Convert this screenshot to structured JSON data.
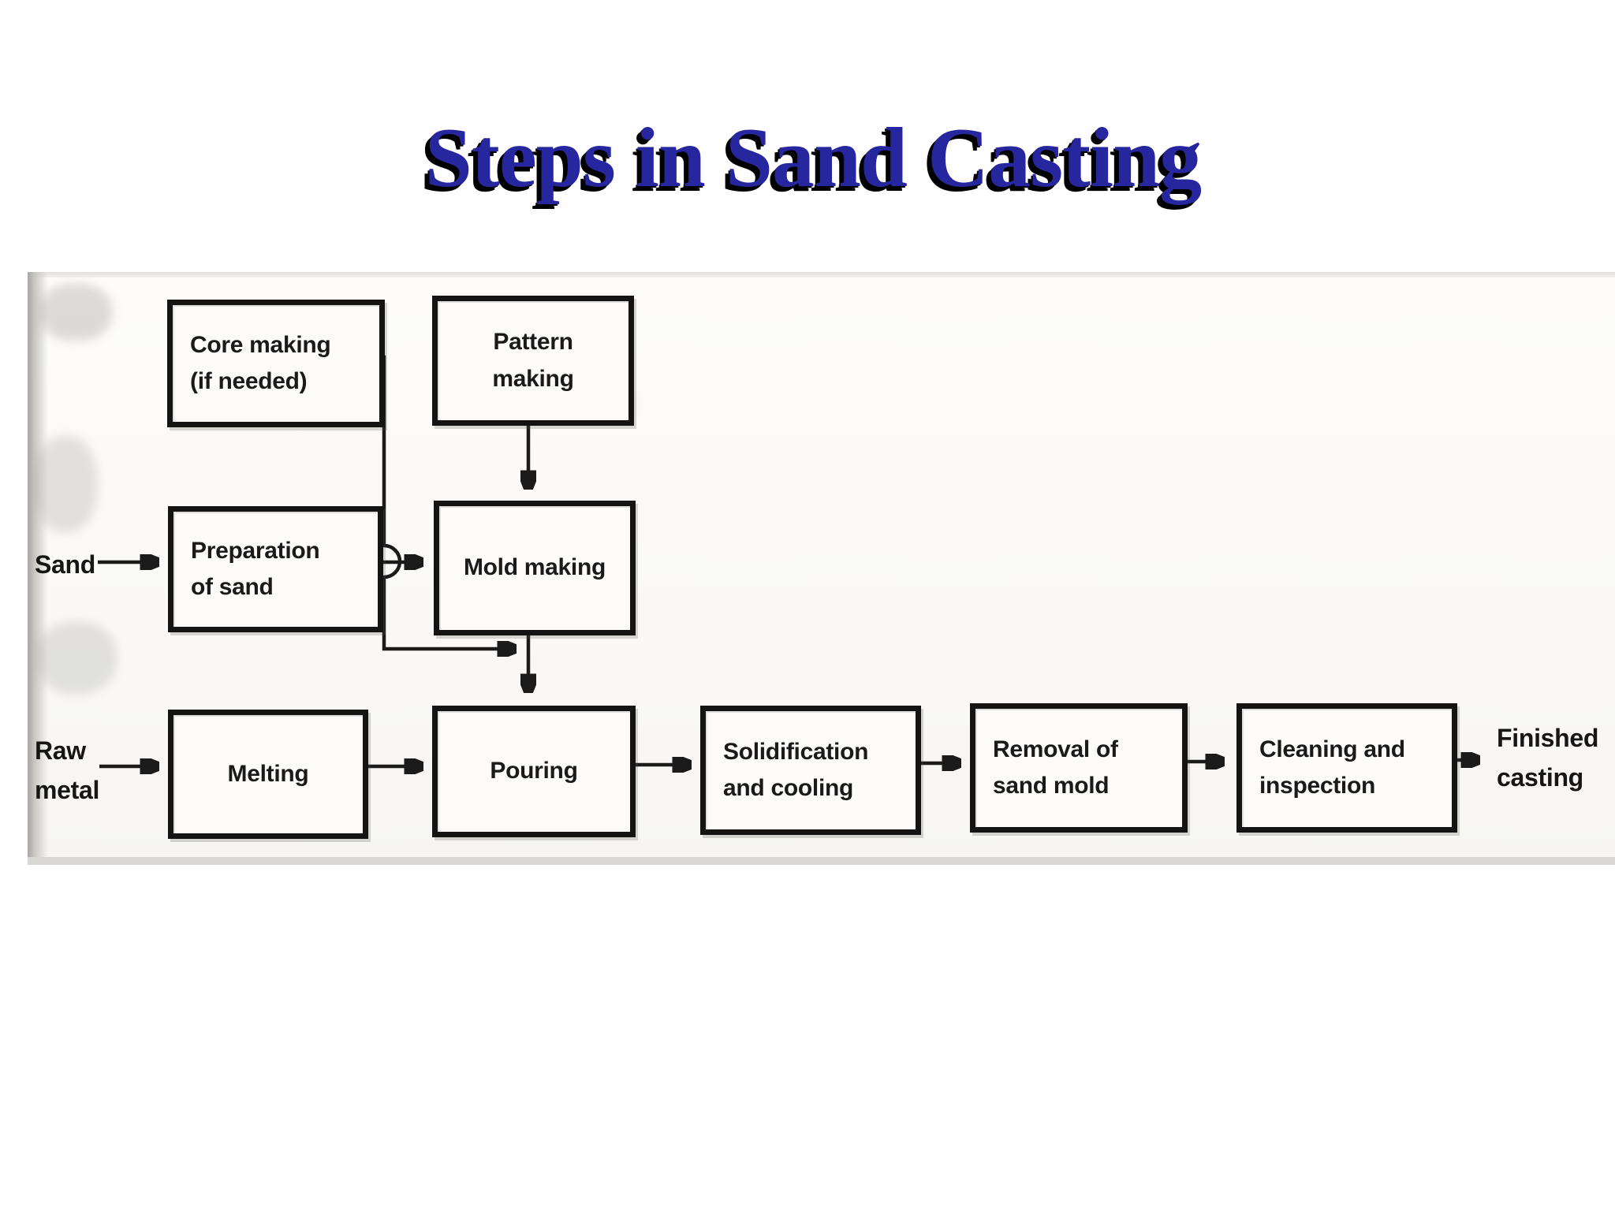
{
  "title": "Steps in Sand Casting",
  "flowchart": {
    "boxes": [
      {
        "id": "core-making",
        "label": "Core making\n(if needed)"
      },
      {
        "id": "pattern-making",
        "label": "Pattern\nmaking"
      },
      {
        "id": "preparation-of-sand",
        "label": "Preparation\nof sand"
      },
      {
        "id": "mold-making",
        "label": "Mold making"
      },
      {
        "id": "melting",
        "label": "Melting"
      },
      {
        "id": "pouring",
        "label": "Pouring"
      },
      {
        "id": "solidification-and-cooling",
        "label": "Solidification\nand cooling"
      },
      {
        "id": "removal-of-sand-mold",
        "label": "Removal of\nsand mold"
      },
      {
        "id": "cleaning-and-inspection",
        "label": "Cleaning and\ninspection"
      }
    ],
    "terminals": [
      {
        "id": "sand",
        "label": "Sand"
      },
      {
        "id": "raw-metal",
        "label": "Raw\nmetal"
      },
      {
        "id": "finished-casting",
        "label": "Finished\ncasting"
      }
    ],
    "edges": [
      {
        "from": "sand",
        "to": "preparation-of-sand"
      },
      {
        "from": "preparation-of-sand",
        "to": "mold-making"
      },
      {
        "from": "core-making",
        "to": "pouring",
        "note": "joins the mold making to pouring line, hopping over the sand line"
      },
      {
        "from": "pattern-making",
        "to": "mold-making"
      },
      {
        "from": "mold-making",
        "to": "pouring"
      },
      {
        "from": "raw-metal",
        "to": "melting"
      },
      {
        "from": "melting",
        "to": "pouring"
      },
      {
        "from": "pouring",
        "to": "solidification-and-cooling"
      },
      {
        "from": "solidification-and-cooling",
        "to": "removal-of-sand-mold"
      },
      {
        "from": "removal-of-sand-mold",
        "to": "cleaning-and-inspection"
      },
      {
        "from": "cleaning-and-inspection",
        "to": "finished-casting"
      }
    ],
    "colors": {
      "title_text": "#26269E",
      "title_shadow": "#000000",
      "line": "#1B1B1B",
      "box_border": "#141414",
      "box_background": "#FCFBFA",
      "paper_background": "#FAF9F7"
    }
  }
}
